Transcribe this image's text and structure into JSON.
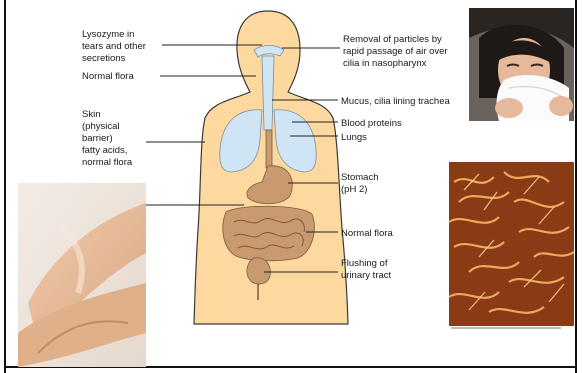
{
  "labels": {
    "lysozyme": [
      "Lysozyme in",
      "tears and other",
      "secretions"
    ],
    "normal_flora_upper": "Normal flora",
    "skin": [
      "Skin",
      "(physical",
      "barrier)",
      "fatty acids,",
      "normal flora"
    ],
    "removal": [
      "Removal of particles by",
      "rapid passage of air over",
      "cilia in nasopharynx"
    ],
    "mucus": "Mucus, cilia lining trachea",
    "blood_proteins": "Blood proteins",
    "lungs": "Lungs",
    "stomach": [
      "Stomach",
      "(pH 2)"
    ],
    "normal_flora_gut": "Normal flora",
    "flushing": [
      "Flushing of",
      "urinary tract"
    ]
  },
  "colors": {
    "body_skin": "#fdd9a0",
    "body_outline": "#3a3a3a",
    "airway": "#cfe4f4",
    "gut": "#c99a70"
  },
  "photos": {
    "sneezing": "sneezing-person-photo",
    "skin": "skin-photo",
    "cilia": "cilia-micrograph-photo"
  }
}
